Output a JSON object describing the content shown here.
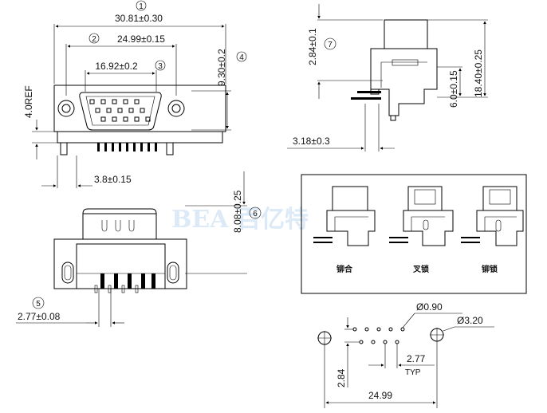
{
  "watermark": {
    "text": "BEA 百亿特"
  },
  "front_view": {
    "dims": {
      "overall_width": "30.81±0.30",
      "mount_hole_spacing": "24.99±0.15",
      "shell_width": "16.92±0.2",
      "height": "9.30±0.2",
      "ref_height": "4.0REF",
      "pin_offset": "3.8±0.15"
    },
    "callouts": [
      "1",
      "2",
      "3",
      "4"
    ]
  },
  "side_view": {
    "dims": {
      "top_height": "2.84±0.1",
      "total_height": "18.40±0.25",
      "lower_height": "6.0±0.15",
      "depth": "3.18±0.3"
    },
    "callouts": [
      "7"
    ]
  },
  "rear_view": {
    "dims": {
      "height": "8.08±0.25",
      "pin_pitch": "2.77±0.08"
    },
    "callouts": [
      "5",
      "6"
    ]
  },
  "variants": [
    {
      "label": "铆合"
    },
    {
      "label": "叉锁"
    },
    {
      "label": "铆锁"
    }
  ],
  "footprint": {
    "dims": {
      "pin_diameter": "Ø0.90",
      "mount_diameter": "Ø3.20",
      "pitch": "2.77",
      "pitch_note": "TYP",
      "row_spacing": "2.84",
      "width": "24.99"
    }
  }
}
